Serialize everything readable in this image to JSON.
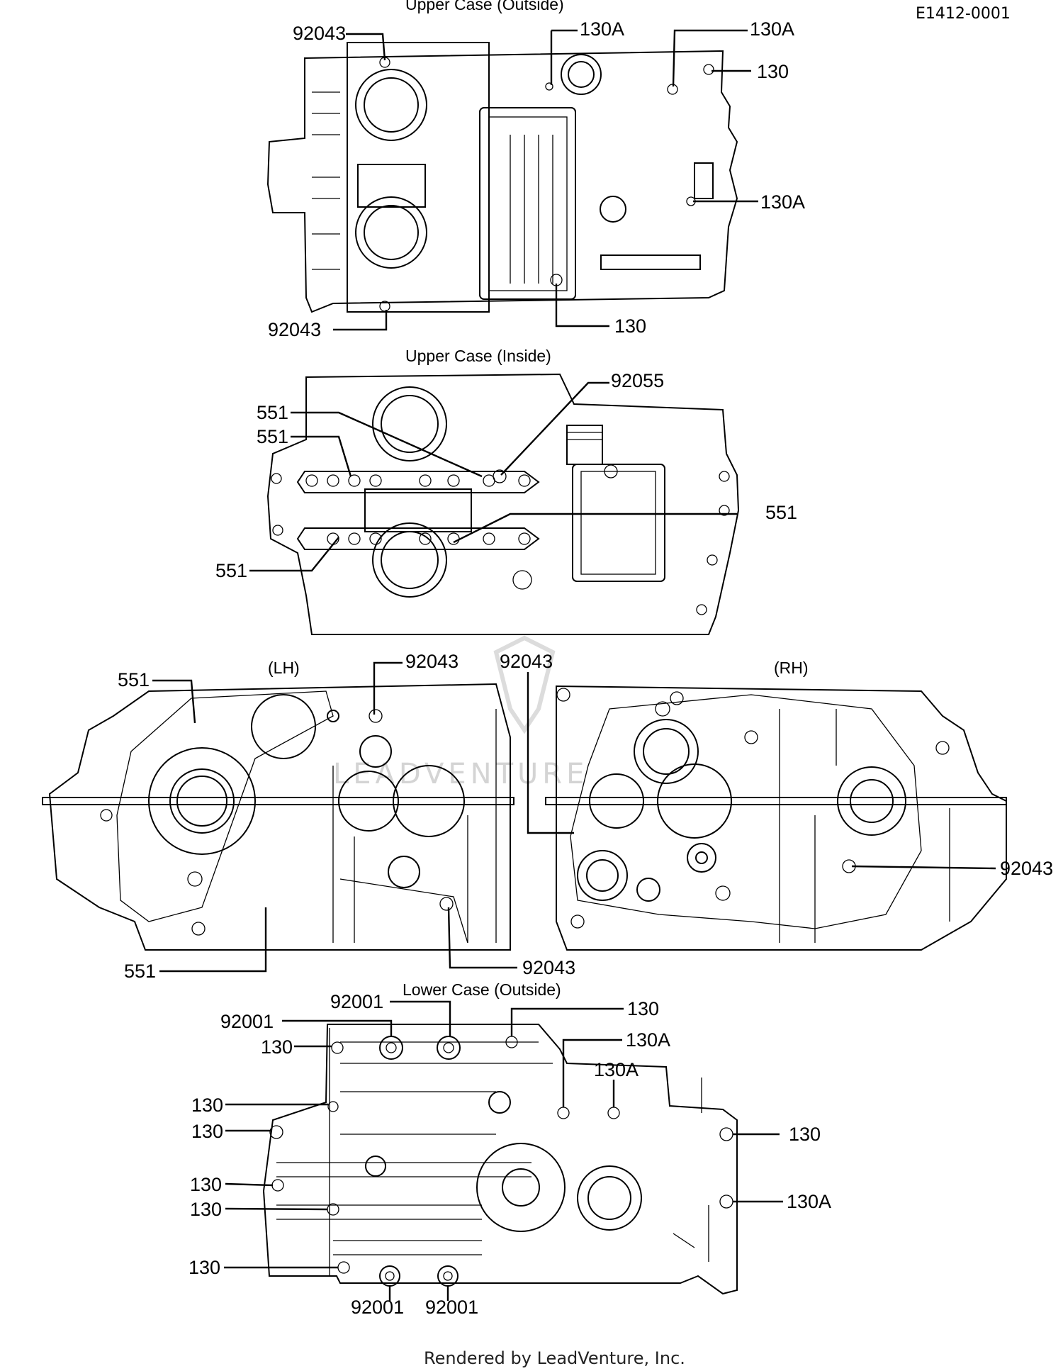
{
  "diagram": {
    "ref_code": "E1412-0001",
    "footer": "Rendered by LeadVenture, Inc.",
    "watermark": "LEADVENTURE",
    "sections": {
      "upper_outside": "Upper Case (Outside)",
      "upper_inside": "Upper Case (Inside)",
      "lh": "(LH)",
      "rh": "(RH)",
      "lower_outside": "Lower Case (Outside)"
    },
    "part_labels": {
      "p92043": "92043",
      "p130A": "130A",
      "p130": "130",
      "p92055": "92055",
      "p551": "551",
      "p92001": "92001"
    }
  }
}
